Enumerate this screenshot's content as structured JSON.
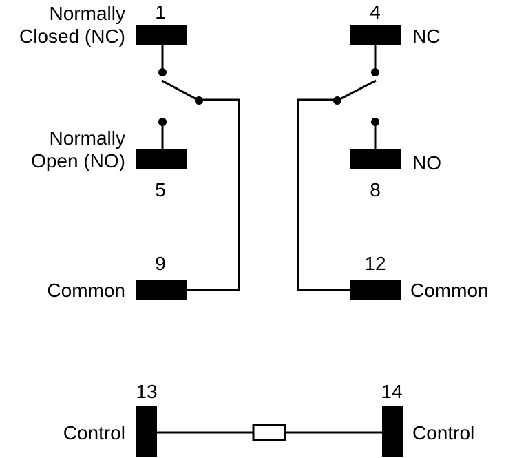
{
  "colors": {
    "ink": "#000000",
    "background": "#ffffff"
  },
  "left_switch": {
    "nc_label_line1": "Normally",
    "nc_label_line2": "Closed (NC)",
    "nc_pin": "1",
    "no_label_line1": "Normally",
    "no_label_line2": "Open (NO)",
    "no_pin": "5",
    "common_pin": "9",
    "common_label": "Common"
  },
  "right_switch": {
    "nc_pin": "4",
    "nc_label": "NC",
    "no_label": "NO",
    "no_pin": "8",
    "common_pin": "12",
    "common_label": "Common"
  },
  "coil": {
    "left_pin": "13",
    "left_label": "Control",
    "right_pin": "14",
    "right_label": "Control"
  }
}
